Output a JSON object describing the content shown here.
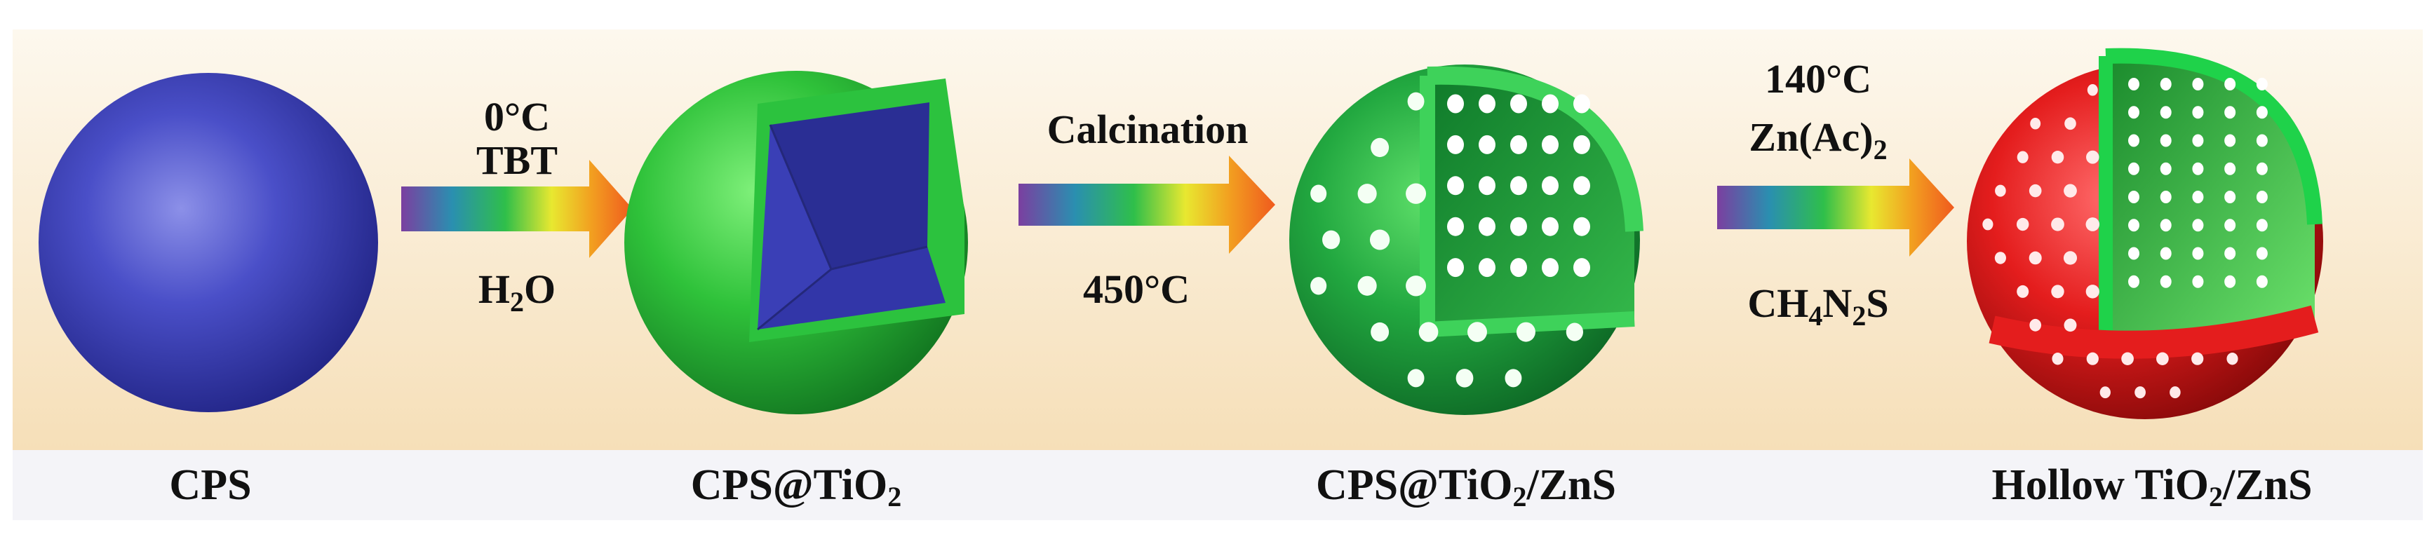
{
  "stages": [
    {
      "label": "CPS"
    },
    {
      "label": "CPS@TiO",
      "label_sub": "2"
    },
    {
      "label": "CPS@TiO",
      "label_sub": "2",
      "label_tail": "/ZnS"
    },
    {
      "label": "Hollow TiO",
      "label_sub": "2",
      "label_tail": "/ZnS"
    }
  ],
  "steps": [
    {
      "top_line1": "0°C",
      "top_line2": "TBT",
      "bottom": "H",
      "bottom_sub": "2",
      "bottom_tail": "O"
    },
    {
      "top_line1": "Calcination",
      "bottom": "450°C"
    },
    {
      "top_line1": "140°C",
      "top_line2": "Zn(Ac)",
      "top_line2_sub": "2",
      "bottom": "CH",
      "bottom_sub": "4",
      "bottom_tail": "N",
      "bottom_sub2": "2",
      "bottom_tail2": "S"
    }
  ],
  "colors": {
    "background_top": "#fdf6ea",
    "background_bottom": "#f6dfb8",
    "cps_sphere": "#3a3fb8",
    "tio2_shell": "#22b83a",
    "porous_shell": "#1fa844",
    "zns_shell": "#e81c1c",
    "arrow_gradient": [
      "#7b3fa0",
      "#2a8fb0",
      "#2fbf4a",
      "#e8e830",
      "#f2a020",
      "#f05a1e"
    ]
  }
}
